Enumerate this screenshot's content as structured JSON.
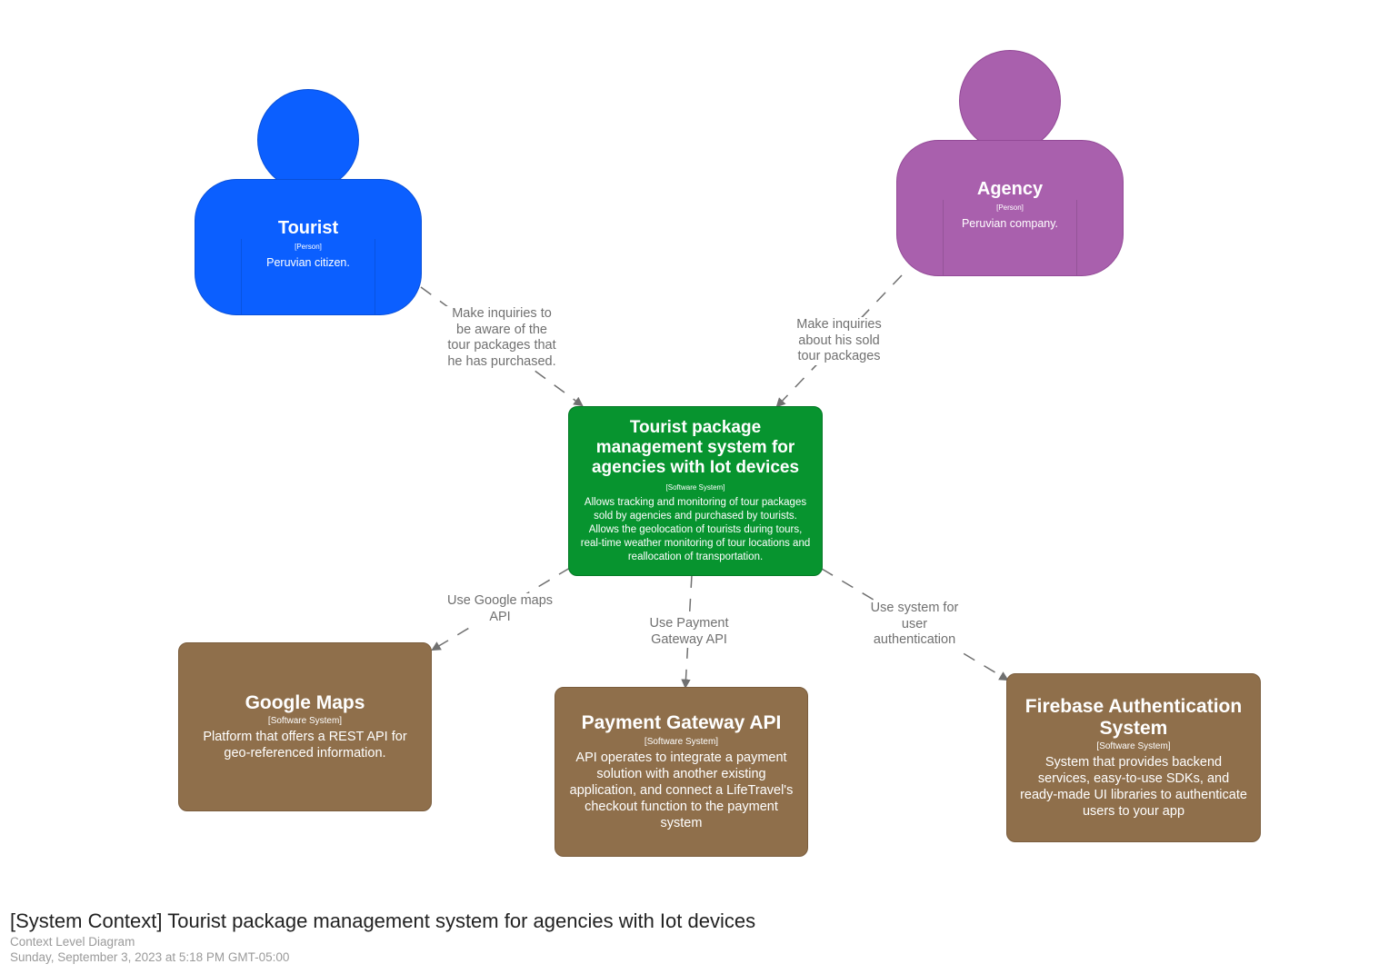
{
  "colors": {
    "tourist": "#0b5fff",
    "agency": "#a960ad",
    "core_system": "#07942f",
    "external_system": "#8f6f4b",
    "edge": "#707070"
  },
  "persons": {
    "tourist": {
      "name": "Tourist",
      "type": "[Person]",
      "description": "Peruvian citizen."
    },
    "agency": {
      "name": "Agency",
      "type": "[Person]",
      "description": "Peruvian company."
    }
  },
  "systems": {
    "core": {
      "name": "Tourist package management system for agencies with Iot devices",
      "type": "[Software System]",
      "description": "Allows tracking and monitoring of tour packages sold by agencies and purchased by tourists. Allows the geolocation of tourists during tours, real-time weather monitoring of tour locations and reallocation of transportation."
    },
    "google_maps": {
      "name": "Google Maps",
      "type": "[Software System]",
      "description": "Platform that offers a REST API for geo-referenced information."
    },
    "payment": {
      "name": "Payment Gateway API",
      "type": "[Software System]",
      "description": "API operates to integrate a payment solution with another existing application, and connect a LifeTravel's checkout function to the payment system"
    },
    "firebase": {
      "name": "Firebase Authentication System",
      "type": "[Software System]",
      "description": "System that provides backend services, easy-to-use SDKs, and ready-made UI libraries to authenticate users to your app"
    }
  },
  "relationships": {
    "tourist_to_core": "Make inquiries to be aware of the tour packages that he has purchased.",
    "agency_to_core": "Make inquiries about his sold tour packages",
    "core_to_maps": "Use Google maps API",
    "core_to_payment": "Use Payment Gateway API",
    "core_to_firebase": "Use system for user authentication"
  },
  "footer": {
    "title": "[System Context] Tourist package management system for agencies with Iot devices",
    "subtitle": "Context Level Diagram",
    "date": "Sunday, September 3, 2023 at 5:18 PM GMT-05:00"
  }
}
